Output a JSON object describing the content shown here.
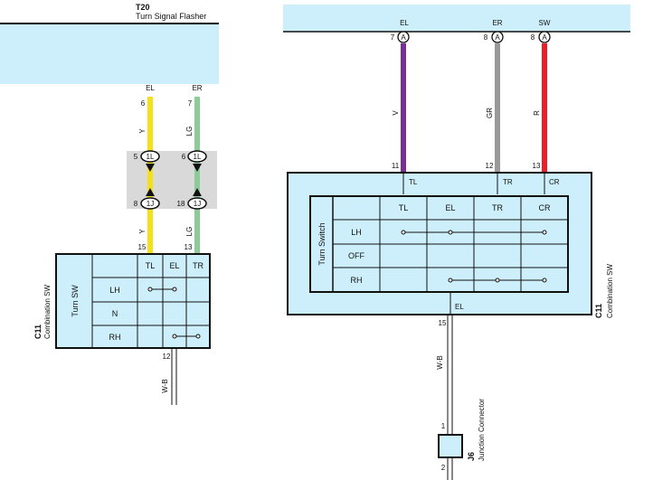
{
  "colors": {
    "box_fill": "#cdeffc",
    "connector_fill": "#d9d9d9",
    "yellow": "#f6e01a",
    "light_green": "#8ccc99",
    "violet": "#7a2e96",
    "gray": "#999999",
    "red": "#e8202a",
    "black": "#111111"
  },
  "left": {
    "flasher": {
      "id": "T20",
      "name": "Turn Signal Flasher",
      "pin_el_label": "EL",
      "pin_er_label": "ER",
      "pin_el_num": "6",
      "pin_er_num": "7"
    },
    "wire_colors": {
      "left": "Y",
      "right": "LG"
    },
    "junction": {
      "top_left_num": "5",
      "top_left_code": "1L",
      "top_right_num": "6",
      "top_right_code": "1L",
      "bot_left_num": "8",
      "bot_left_code": "1J",
      "bot_right_num": "18",
      "bot_right_code": "1J"
    },
    "switch_pins": {
      "left": "15",
      "right": "13",
      "bottom": "12"
    },
    "switch": {
      "id": "C11",
      "name": "Combination SW",
      "side_label": "Turn SW",
      "columns": [
        "TL",
        "EL",
        "TR"
      ],
      "rows": [
        "LH",
        "N",
        "RH"
      ]
    },
    "bottom_wire_color": "W-B"
  },
  "right": {
    "top_pins": [
      {
        "name": "EL",
        "num": "7",
        "conn": "A",
        "wire": "V",
        "bottom_num": "11"
      },
      {
        "name": "ER",
        "num": "8",
        "conn": "A",
        "wire": "GR",
        "bottom_num": "12"
      },
      {
        "name": "SW",
        "num": "8",
        "conn": "A",
        "wire": "R",
        "bottom_num": "13"
      }
    ],
    "terminal_labels": [
      "TL",
      "TR",
      "CR"
    ],
    "switch": {
      "id": "C11",
      "name": "Combination SW",
      "side_label": "Turn Switch",
      "columns": [
        "TL",
        "EL",
        "TR",
        "CR"
      ],
      "rows": [
        "LH",
        "OFF",
        "RH"
      ]
    },
    "bottom_terminal": "EL",
    "bottom_pin": "15",
    "bottom_wire_color": "W-B",
    "junction": {
      "id": "J6",
      "name": "Junction Connector",
      "pin_top": "1",
      "pin_bottom": "2"
    }
  }
}
